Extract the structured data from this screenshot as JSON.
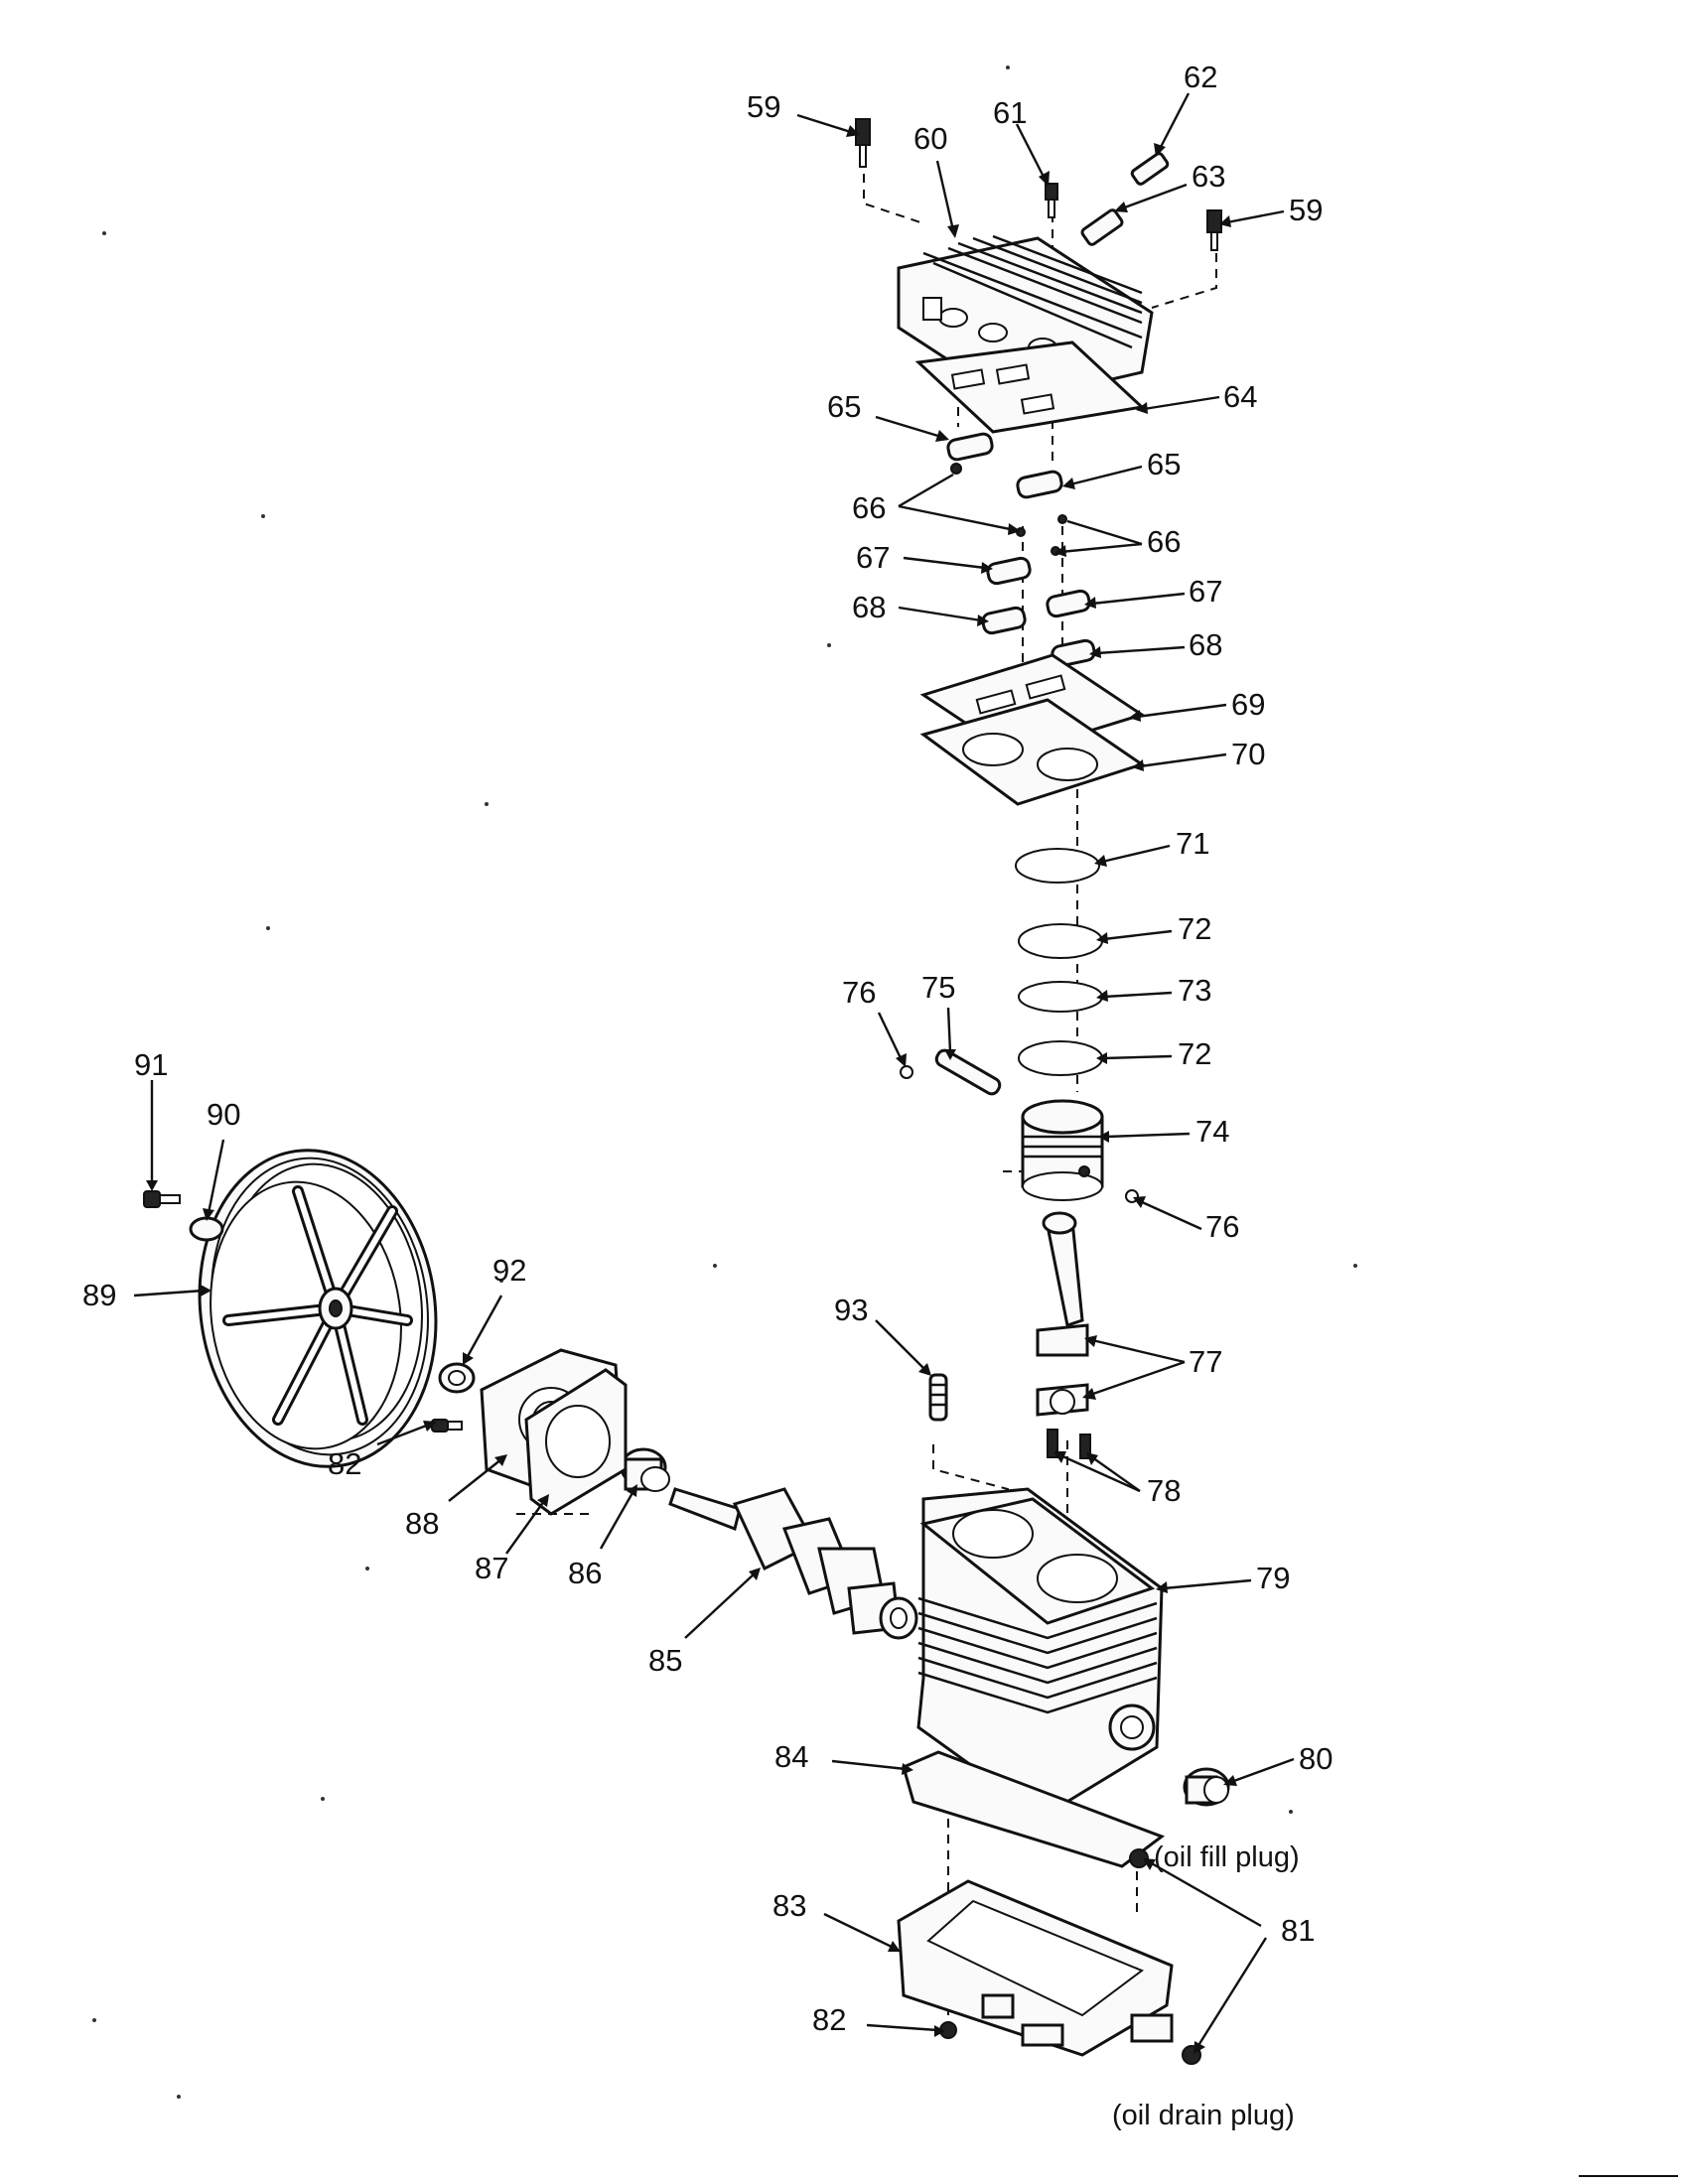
{
  "callouts": [
    {
      "id": "59",
      "text": "59"
    },
    {
      "id": "59b",
      "text": "59"
    },
    {
      "id": "60",
      "text": "60"
    },
    {
      "id": "61",
      "text": "61"
    },
    {
      "id": "62",
      "text": "62"
    },
    {
      "id": "63",
      "text": "63"
    },
    {
      "id": "64",
      "text": "64"
    },
    {
      "id": "65",
      "text": "65"
    },
    {
      "id": "65b",
      "text": "65"
    },
    {
      "id": "66",
      "text": "66"
    },
    {
      "id": "66b",
      "text": "66"
    },
    {
      "id": "67",
      "text": "67"
    },
    {
      "id": "67b",
      "text": "67"
    },
    {
      "id": "68",
      "text": "68"
    },
    {
      "id": "68b",
      "text": "68"
    },
    {
      "id": "69",
      "text": "69"
    },
    {
      "id": "70",
      "text": "70"
    },
    {
      "id": "71",
      "text": "71"
    },
    {
      "id": "72",
      "text": "72"
    },
    {
      "id": "72b",
      "text": "72"
    },
    {
      "id": "73",
      "text": "73"
    },
    {
      "id": "74",
      "text": "74"
    },
    {
      "id": "75",
      "text": "75"
    },
    {
      "id": "76",
      "text": "76"
    },
    {
      "id": "76b",
      "text": "76"
    },
    {
      "id": "77",
      "text": "77"
    },
    {
      "id": "78",
      "text": "78"
    },
    {
      "id": "79",
      "text": "79"
    },
    {
      "id": "80",
      "text": "80"
    },
    {
      "id": "81",
      "text": "81"
    },
    {
      "id": "82",
      "text": "82"
    },
    {
      "id": "82b",
      "text": "82"
    },
    {
      "id": "83",
      "text": "83"
    },
    {
      "id": "84",
      "text": "84"
    },
    {
      "id": "85",
      "text": "85"
    },
    {
      "id": "86",
      "text": "86"
    },
    {
      "id": "87",
      "text": "87"
    },
    {
      "id": "88",
      "text": "88"
    },
    {
      "id": "89",
      "text": "89"
    },
    {
      "id": "90",
      "text": "90"
    },
    {
      "id": "91",
      "text": "91"
    },
    {
      "id": "92",
      "text": "92"
    },
    {
      "id": "93",
      "text": "93"
    }
  ],
  "notes": {
    "oil_fill_plug": "(oil fill plug)",
    "oil_drain_plug": "(oil drain plug)"
  }
}
